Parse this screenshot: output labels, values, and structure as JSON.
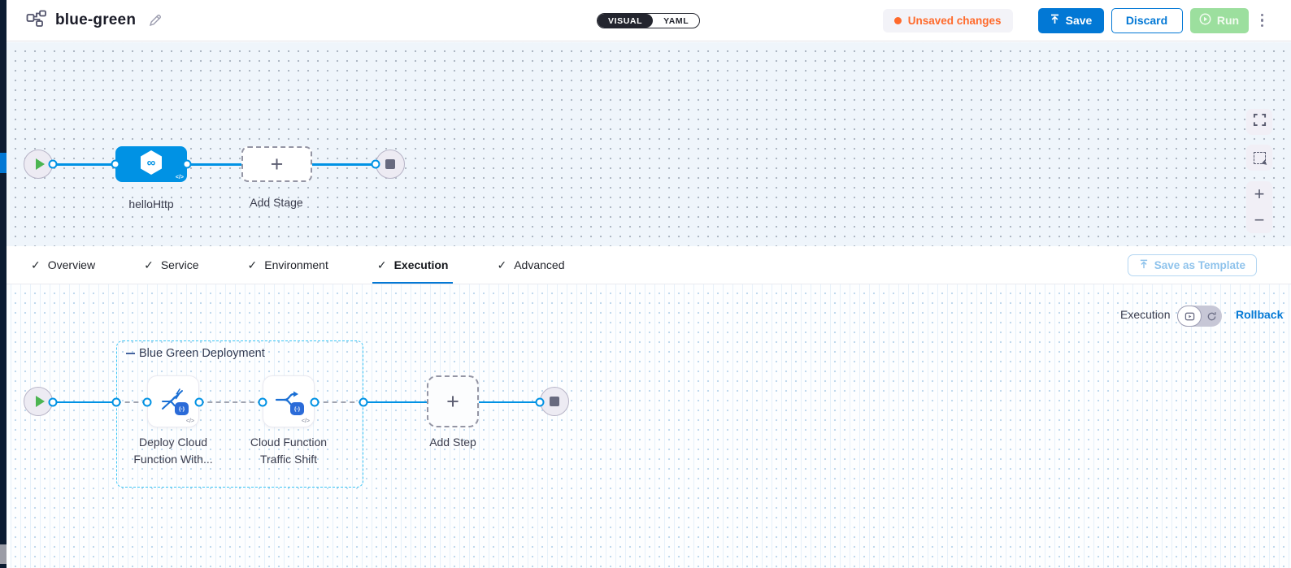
{
  "header": {
    "title": "blue-green",
    "view_toggle": {
      "visual_label": "VISUAL",
      "yaml_label": "YAML"
    },
    "unsaved_changes_label": "Unsaved changes",
    "save_label": "Save",
    "discard_label": "Discard",
    "run_label": "Run"
  },
  "stage_graph": {
    "stage_name": "helloHttp",
    "add_stage_label": "Add Stage"
  },
  "tabs": [
    {
      "label": "Overview",
      "active": false
    },
    {
      "label": "Service",
      "active": false
    },
    {
      "label": "Environment",
      "active": false
    },
    {
      "label": "Execution",
      "active": true
    },
    {
      "label": "Advanced",
      "active": false
    }
  ],
  "save_as_template_label": "Save as Template",
  "execution_panel": {
    "mode_label": "Execution",
    "rollback_label": "Rollback",
    "group_label": "Blue Green Deployment",
    "steps": [
      {
        "lines": [
          "Deploy Cloud",
          "Function With..."
        ]
      },
      {
        "lines": [
          "Cloud Function",
          "Traffic Shift"
        ]
      }
    ],
    "add_step_label": "Add Step"
  },
  "icons": {
    "check": "✓",
    "plus": "+",
    "minus": "−",
    "infinity": "∞",
    "code": "</>",
    "function_badge": "{-}"
  },
  "colors": {
    "primary_blue": "#0278d5",
    "graph_link_blue": "#0092e4",
    "accent_orange": "#ff6a2b",
    "play_green": "#4cb551",
    "run_button_green": "#9cdf9e",
    "group_border_cyan": "#3dc7f6",
    "canvas_top_bg": "#eff5fb",
    "nav_strip_dark": "#0c1b31"
  }
}
